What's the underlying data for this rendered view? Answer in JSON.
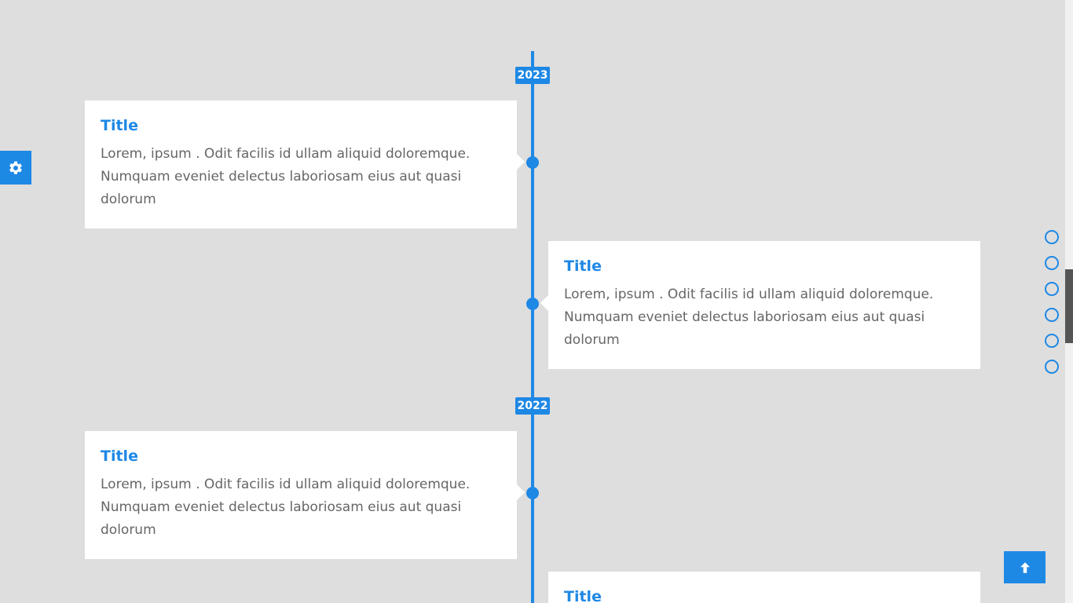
{
  "timeline": {
    "years": [
      "2023",
      "2022"
    ],
    "items": [
      {
        "title": "Title",
        "body": "Lorem, ipsum . Odit facilis id ullam aliquid doloremque. Numquam eveniet delectus laboriosam eius aut quasi dolorum"
      },
      {
        "title": "Title",
        "body": "Lorem, ipsum . Odit facilis id ullam aliquid doloremque. Numquam eveniet delectus laboriosam eius aut quasi dolorum"
      },
      {
        "title": "Title",
        "body": "Lorem, ipsum . Odit facilis id ullam aliquid doloremque. Numquam eveniet delectus laboriosam eius aut quasi dolorum"
      },
      {
        "title": "Title",
        "body": ""
      }
    ]
  },
  "icons": {
    "settings": "gear-icon",
    "back_to_top": "arrow-up-icon",
    "nav_dot": "circle-outline-icon"
  },
  "colors": {
    "accent": "#1e88e5",
    "background": "#dedede",
    "card": "#ffffff",
    "body_text": "#666666"
  }
}
